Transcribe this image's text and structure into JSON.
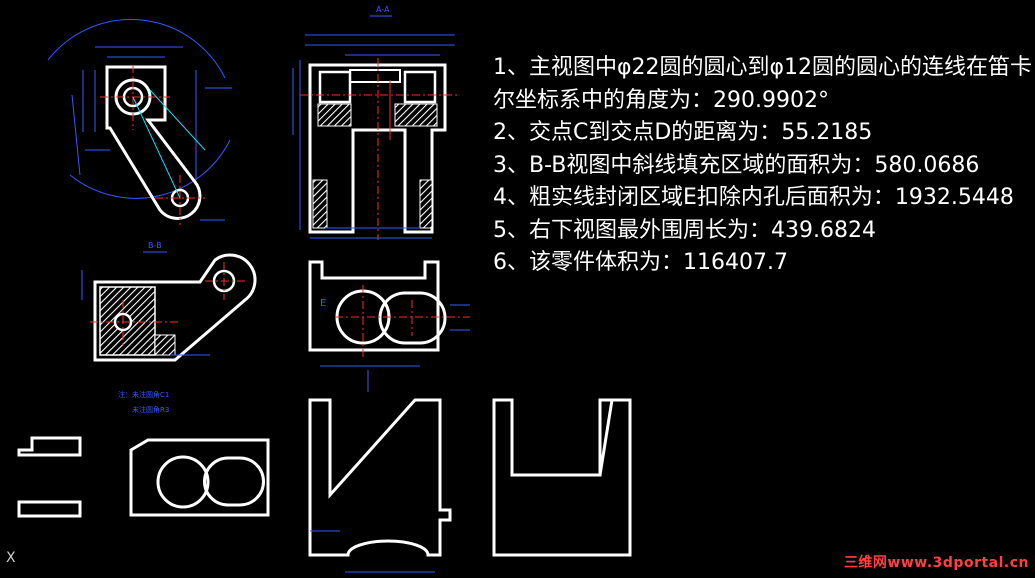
{
  "questions": [
    "1、主视图中φ22圆的圆心到φ12圆的圆心的连线在笛卡",
    "尔坐标系中的角度为：290.9902°",
    "2、交点C到交点D的距离为：55.2185",
    "3、B-B视图中斜线填充区域的面积为：580.0686",
    "4、粗实线封闭区域E扣除内孔后面积为：1932.5448",
    "5、右下视图最外围周长为：439.6824",
    "6、该零件体积为：116407.7"
  ],
  "labels": {
    "section_aa": "A-A",
    "section_bb": "B-B",
    "region_e": "E",
    "note_line1": "注：未注圆角C1",
    "note_line2": "未注圆角R3"
  },
  "ucs_axis": "X",
  "watermark": "三维网www.3dportal.cn",
  "colors": {
    "background": "#000000",
    "outline": "#ffffff",
    "dimension": "#2f5bff",
    "centerline": "#ff2a2a",
    "leader": "#00e5ff",
    "watermark": "#ff4040"
  }
}
